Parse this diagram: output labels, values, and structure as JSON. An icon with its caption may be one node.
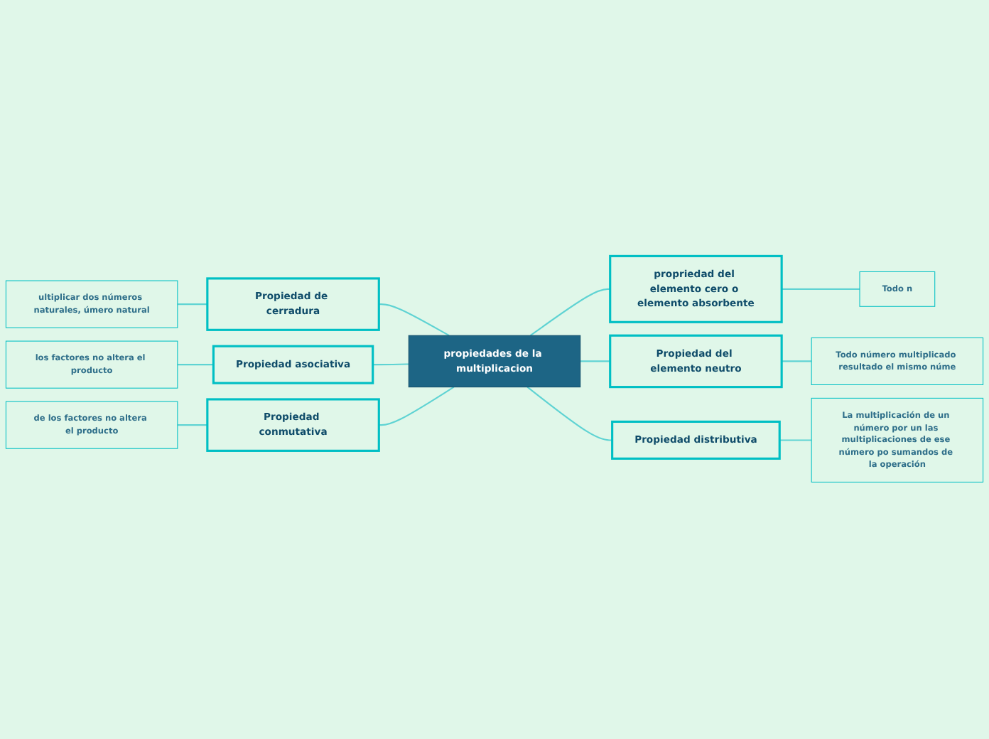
{
  "diagram": {
    "nodes": [
      {
        "text": [
          "propiedades de la multiplicacion"
        ]
      },
      {
        "text": [
          "Propiedad de cerradura"
        ]
      },
      {
        "text": [
          "ultiplicar dos números naturales, úmero natural"
        ]
      },
      {
        "text": [
          "Propiedad asociativa"
        ]
      },
      {
        "text": [
          "los factores no altera el producto"
        ]
      },
      {
        "text": [
          "Propiedad conmutativa"
        ]
      },
      {
        "text": [
          "de los factores no altera el producto"
        ]
      },
      {
        "text": [
          "propriedad del elemento cero o elemento absorbente"
        ]
      },
      {
        "text": [
          "Todo n"
        ]
      },
      {
        "text": [
          "Propiedad del elemento neutro"
        ]
      },
      {
        "text": [
          "Todo número multiplicado resultado el mismo núme"
        ]
      },
      {
        "text": [
          "Propiedad distributiva"
        ]
      },
      {
        "text": [
          "La multiplicación de un número por un las multiplicaciones de ese número po sumandos de la operación"
        ]
      }
    ],
    "edges": [
      {
        "from": 2,
        "to": 1,
        "arrow": "none"
      },
      {
        "from": 1,
        "to": 0,
        "arrow": "none"
      },
      {
        "from": 4,
        "to": 3,
        "arrow": "none"
      },
      {
        "from": 3,
        "to": 0,
        "arrow": "none"
      },
      {
        "from": 6,
        "to": 5,
        "arrow": "none"
      },
      {
        "from": 5,
        "to": 0,
        "arrow": "none"
      },
      {
        "from": 0,
        "to": 7,
        "arrow": "none"
      },
      {
        "from": 7,
        "to": 8,
        "arrow": "none"
      },
      {
        "from": 0,
        "to": 9,
        "arrow": "none"
      },
      {
        "from": 9,
        "to": 10,
        "arrow": "none"
      },
      {
        "from": 0,
        "to": 11,
        "arrow": "none"
      },
      {
        "from": 11,
        "to": 12,
        "arrow": "none"
      }
    ]
  }
}
